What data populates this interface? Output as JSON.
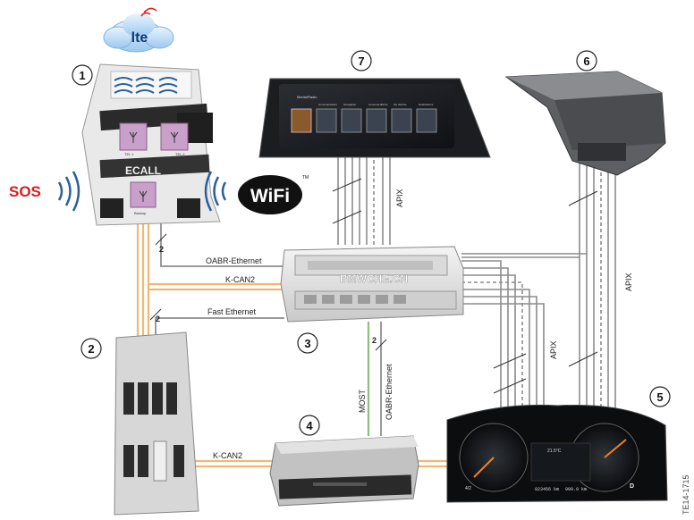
{
  "cloud": {
    "label": "lte"
  },
  "callouts": [
    "1",
    "2",
    "3",
    "4",
    "5",
    "6",
    "7"
  ],
  "sos": {
    "label": "SOS"
  },
  "wifi": {
    "label": "WiFi",
    "tm": "TM"
  },
  "ecall": {
    "label": "ECALL",
    "tel1": "TEL 1",
    "tel2": "TEL 2",
    "backup": "Backup"
  },
  "connections": {
    "oabr_ethernet_top": "OABR-Ethernet",
    "k_can2_top": "K-CAN2",
    "fast_ethernet": "Fast Ethernet",
    "most": "MOST",
    "oabr_ethernet_vertical": "OABR-Ethernet",
    "k_can2_bottom": "K-CAN2",
    "apix_display": "APIX",
    "apix_cluster": "APIX",
    "apix_hud": "APIX",
    "wire_count_1": "2",
    "wire_count_2": "2",
    "wire_count_3": "2"
  },
  "display_screen": {
    "menu_title": "Media/Radio",
    "tiles": [
      "Communication",
      "Navigation",
      "ConnectedDrive",
      "My Vehicle",
      "Notifications"
    ]
  },
  "watermark": "BMWCHE.CN",
  "cluster": {
    "odometer": "023456 km",
    "trip": "999.9 km",
    "temp": "21.5°C",
    "gear": "D",
    "left_scale": "4/2"
  },
  "figure_code": "TE14-1715",
  "colors": {
    "ethernet": "#9a9a9a",
    "kcan": "#f2b774",
    "most": "#8fbf7a",
    "apix": "#8c8c8c"
  }
}
